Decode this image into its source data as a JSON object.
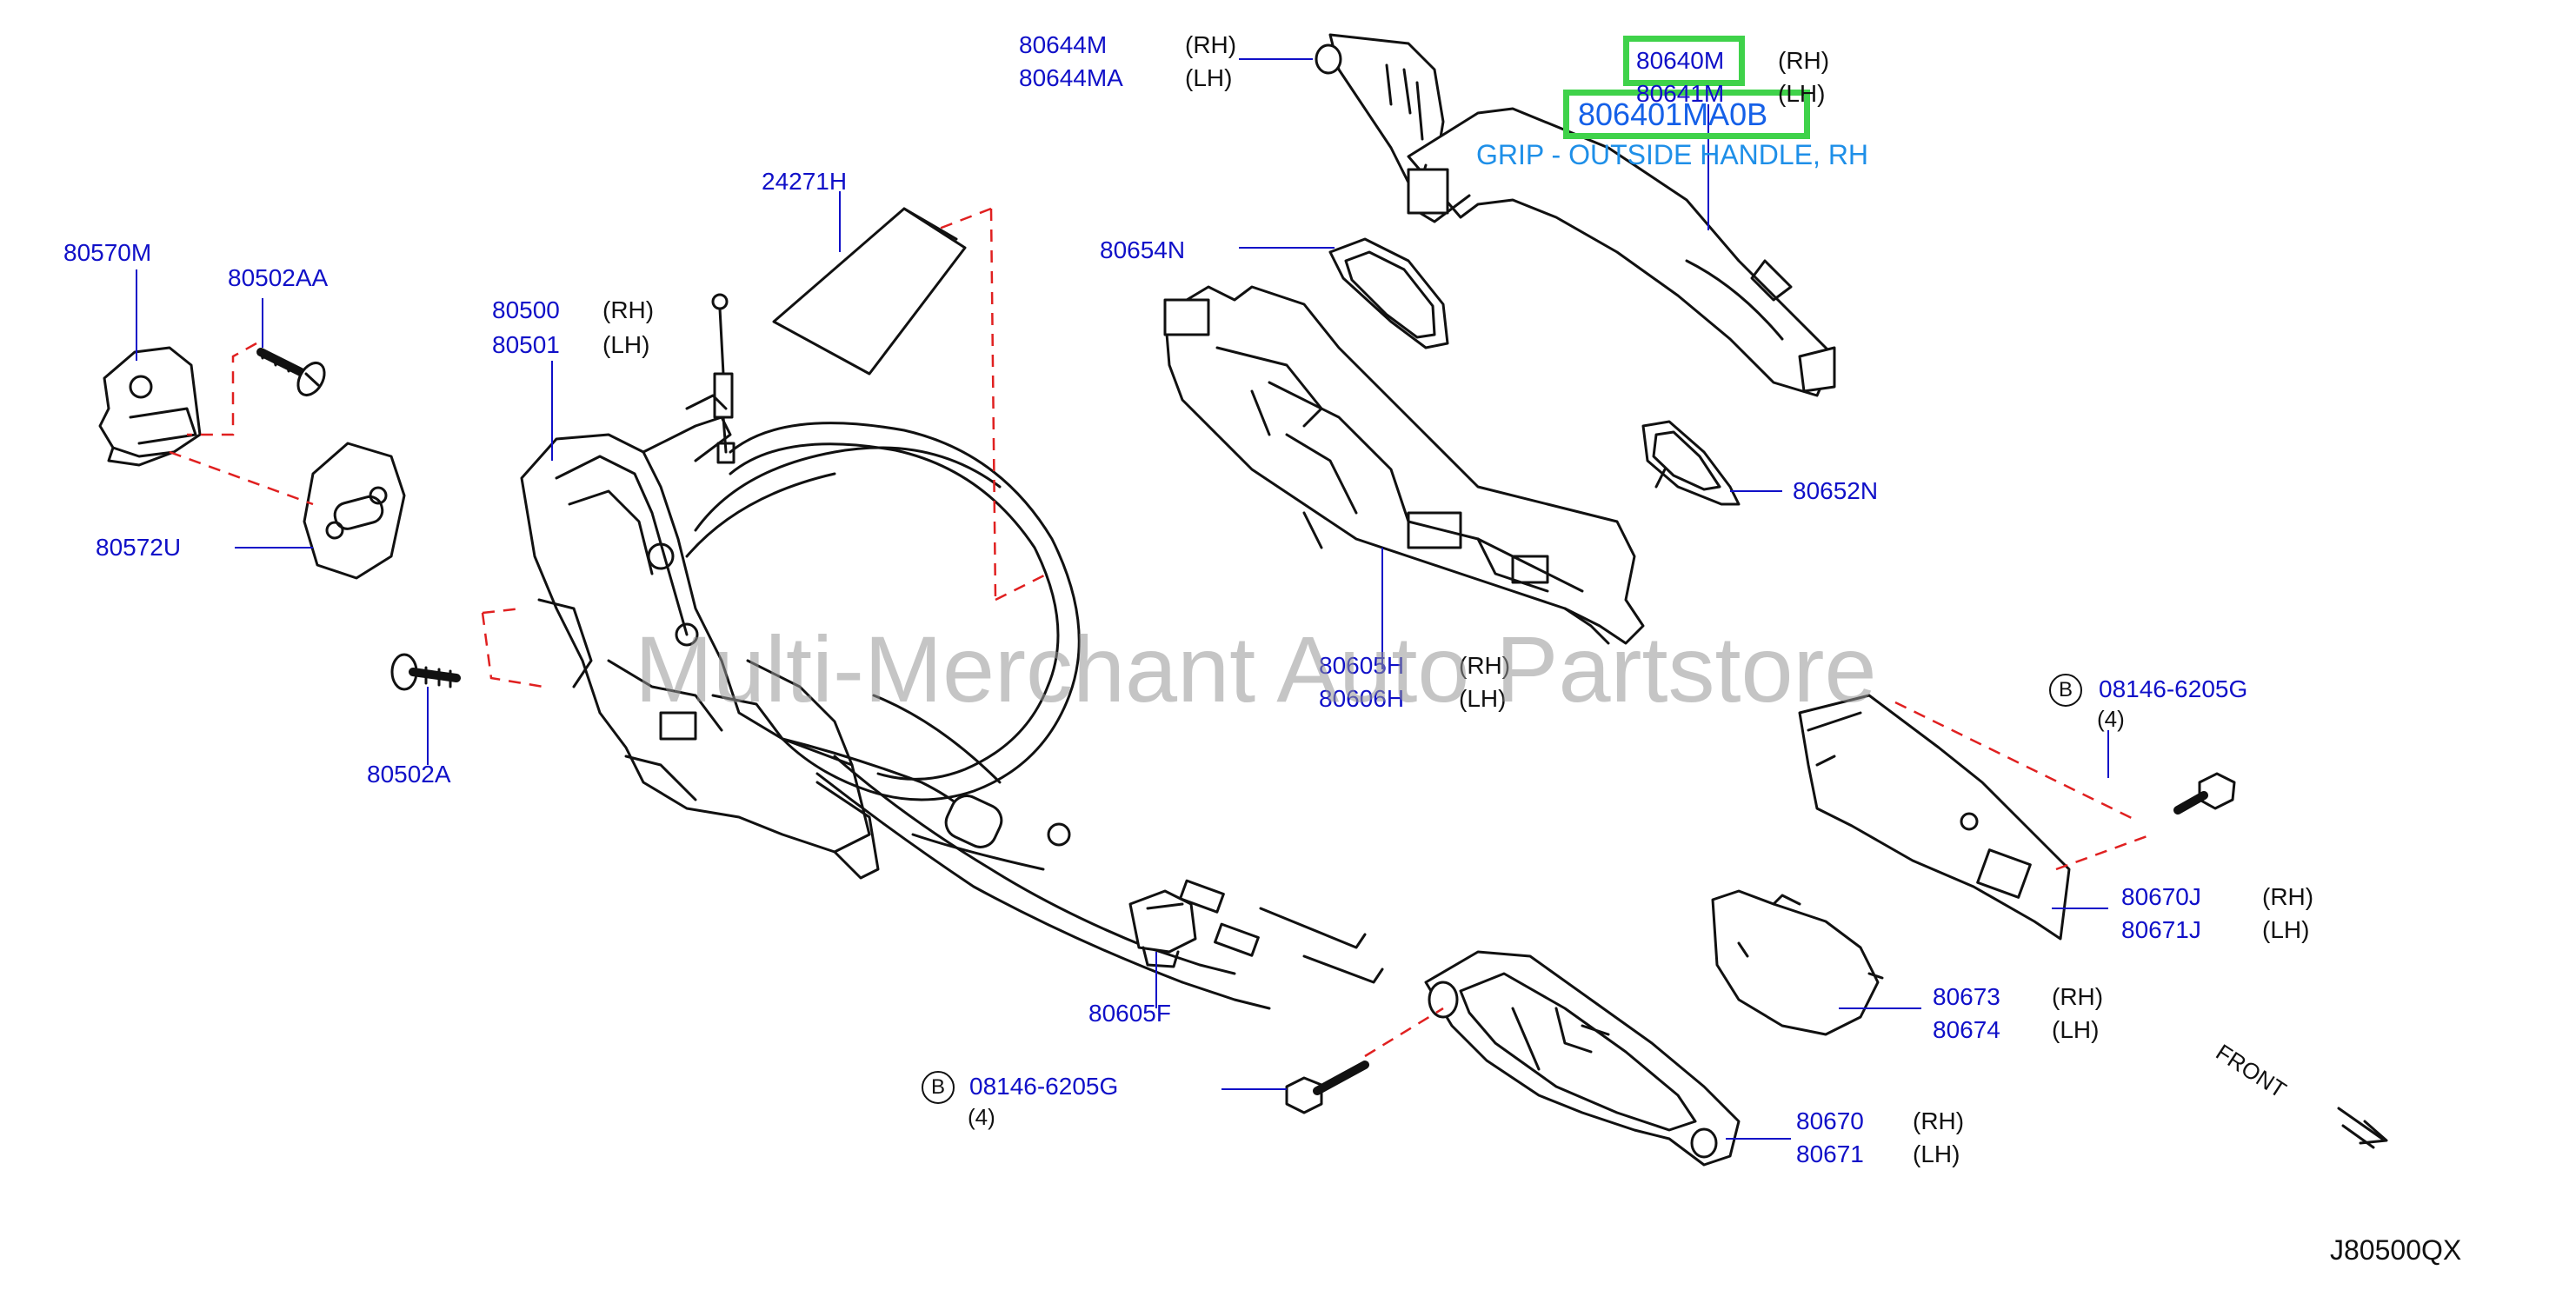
{
  "watermark": "Multi-Merchant Auto Partstore",
  "diagram_code": "J80500QX",
  "front_label": "FRONT",
  "highlight": {
    "part_number": "806401MA0B",
    "description": "GRIP - OUTSIDE HANDLE, RH",
    "boxed_label": "80640M"
  },
  "labels": {
    "p80644M": "80644M",
    "p80644M_side": "(RH)",
    "p80644MA": "80644MA",
    "p80644MA_side": "(LH)",
    "p80640M": "80640M",
    "p80640M_side": "(RH)",
    "p80641M": "80641M",
    "p80641M_side": "(LH)",
    "p24271H": "24271H",
    "p80654N": "80654N",
    "p80570M": "80570M",
    "p80502AA": "80502AA",
    "p80500": "80500",
    "p80500_side": "(RH)",
    "p80501": "80501",
    "p80501_side": "(LH)",
    "p80572U": "80572U",
    "p80652N": "80652N",
    "p80605H": "80605H",
    "p80605H_side": "(RH)",
    "p80606H": "80606H",
    "p80606H_side": "(LH)",
    "p80502A": "80502A",
    "b_top_letter": "B",
    "b_top_part": "08146-6205G",
    "b_top_qty": "(4)",
    "p80670J": "80670J",
    "p80670J_side": "(RH)",
    "p80671J": "80671J",
    "p80671J_side": "(LH)",
    "p80673": "80673",
    "p80673_side": "(RH)",
    "p80674": "80674",
    "p80674_side": "(LH)",
    "p80605F": "80605F",
    "b_bot_letter": "B",
    "b_bot_part": "08146-6205G",
    "b_bot_qty": "(4)",
    "p80670": "80670",
    "p80670_side": "(RH)",
    "p80671": "80671",
    "p80671_side": "(LH)"
  },
  "colors": {
    "label_blue": "#1010c8",
    "leader_blue": "#1010c8",
    "dashed_red": "#e02020",
    "highlight_green": "#3fd24a",
    "highlight_text": "#1560e8"
  }
}
